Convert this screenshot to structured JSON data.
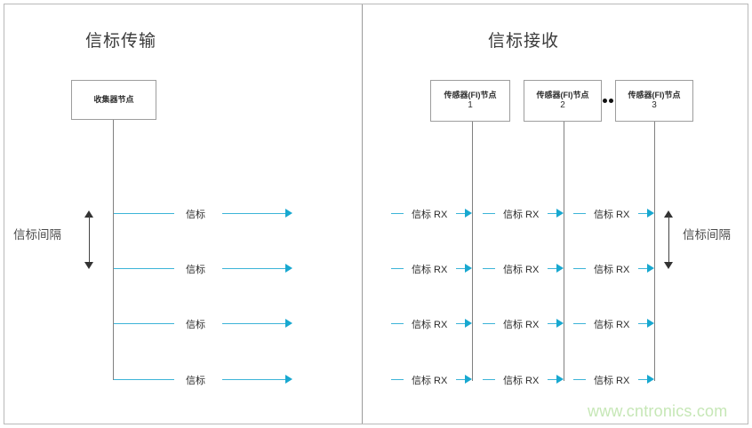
{
  "diagram": {
    "watermark": "www.cntronics.com",
    "accent_color": "#3cb4d8",
    "arrow_color": "#18a8d0",
    "border_color": "#b9b9b9",
    "watermark_color": "#c6e7b6",
    "panels": {
      "left": {
        "title": "信标传输",
        "node": {
          "line1": "收集器节点"
        },
        "interval_label": "信标间隔",
        "rows": [
          {
            "label": "信标"
          },
          {
            "label": "信标"
          },
          {
            "label": "信标"
          },
          {
            "label": "信标"
          }
        ]
      },
      "right": {
        "title": "信标接收",
        "ellipsis": "••",
        "interval_label": "信标间隔",
        "nodes": [
          {
            "line1": "传感器(FI)节点",
            "line2": "1"
          },
          {
            "line1": "传感器(FI)节点",
            "line2": "2"
          },
          {
            "line1": "传感器(FI)节点",
            "line2": "3"
          }
        ],
        "rows": [
          {
            "labels": [
              "信标 RX",
              "信标 RX",
              "信标 RX"
            ]
          },
          {
            "labels": [
              "信标 RX",
              "信标 RX",
              "信标 RX"
            ]
          },
          {
            "labels": [
              "信标 RX",
              "信标 RX",
              "信标 RX"
            ]
          },
          {
            "labels": [
              "信标 RX",
              "信标 RX",
              "信标 RX"
            ]
          }
        ]
      }
    }
  }
}
